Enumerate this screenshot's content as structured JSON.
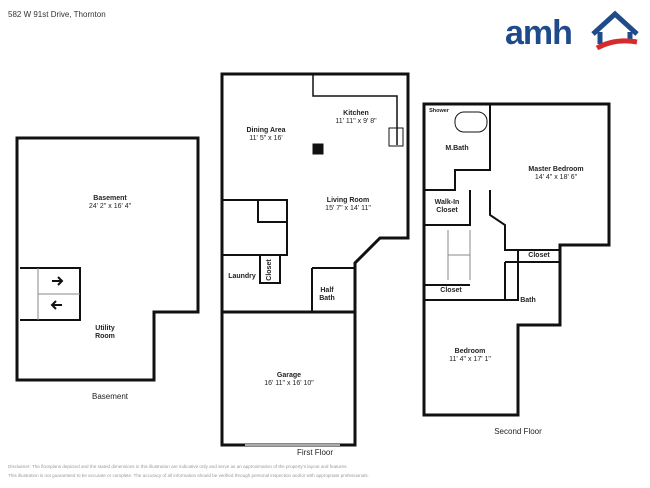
{
  "address": "582 W 91st Drive, Thornton",
  "logo": {
    "text": "amh",
    "brand_color": "#1f4b8a",
    "accent_color": "#d62b2b"
  },
  "floors": {
    "basement": {
      "caption": "Basement",
      "rooms": [
        {
          "name": "Basement",
          "dims": "24' 2\" x 16' 4\""
        },
        {
          "name": "Utility Room",
          "dims": ""
        }
      ]
    },
    "first": {
      "caption": "First Floor",
      "rooms": [
        {
          "name": "Dining Area",
          "dims": "11' 5\" x 16'"
        },
        {
          "name": "Kitchen",
          "dims": "11' 11\" x 9' 8\""
        },
        {
          "name": "Living Room",
          "dims": "15' 7\" x 14' 11\""
        },
        {
          "name": "Laundry",
          "dims": ""
        },
        {
          "name": "Closet",
          "dims": ""
        },
        {
          "name": "Half Bath",
          "dims": ""
        },
        {
          "name": "Garage",
          "dims": "16' 11\" x 16' 10\""
        }
      ]
    },
    "second": {
      "caption": "Second Floor",
      "rooms": [
        {
          "name": "Shower",
          "dims": ""
        },
        {
          "name": "M.Bath",
          "dims": ""
        },
        {
          "name": "Master Bedroom",
          "dims": "14' 4\" x 18' 6\""
        },
        {
          "name": "Walk-In Closet",
          "dims": ""
        },
        {
          "name": "Closet",
          "dims": ""
        },
        {
          "name": "Closet",
          "dims": ""
        },
        {
          "name": "Bath",
          "dims": ""
        },
        {
          "name": "Bedroom",
          "dims": "11' 4\" x 17' 1\""
        }
      ]
    }
  },
  "disclaimer": {
    "line1": "Disclaimer: The floorplans depicted and the stated dimensions in this illustration are indicative only and serve as an approximation of the property's layout and features.",
    "line2": "This illustration is not guaranteed to be accurate or complete. The accuracy of all information should be verified through personal inspection and/or with appropriate professionals."
  }
}
